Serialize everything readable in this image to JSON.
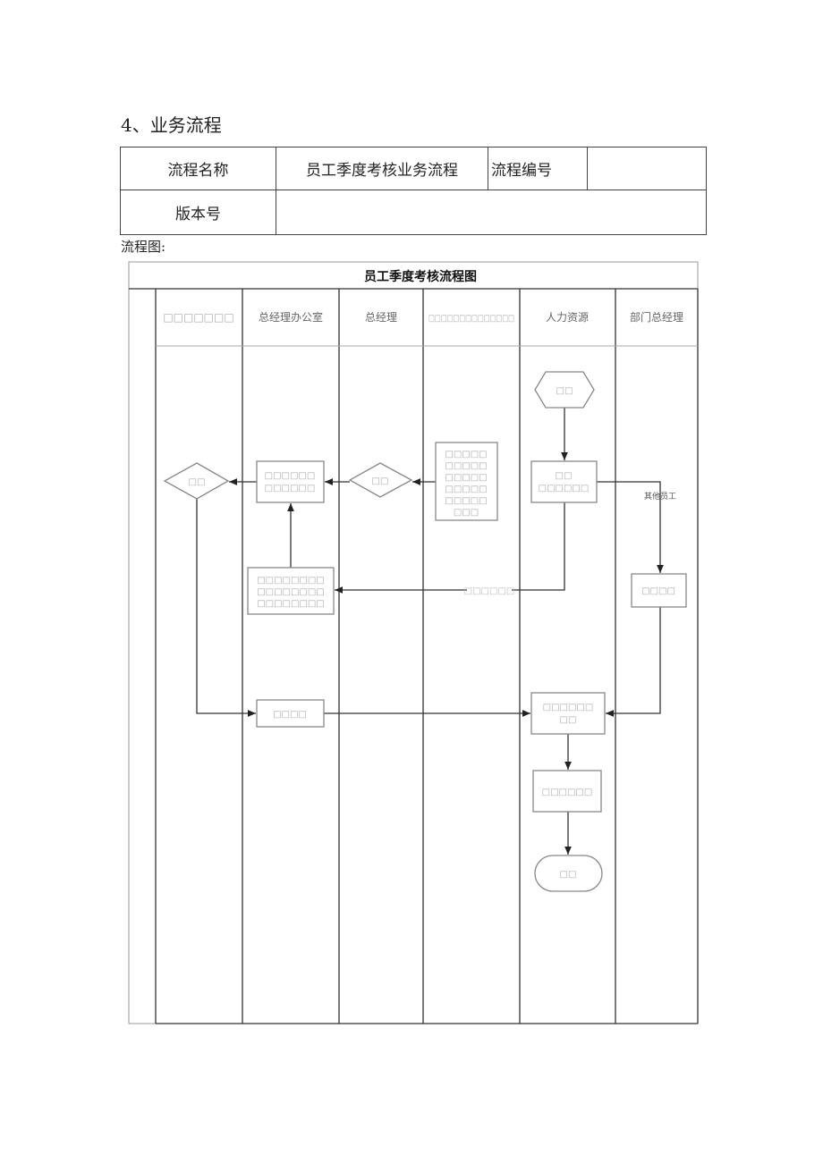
{
  "section_heading": "4、业务流程",
  "info_table": {
    "name_label": "流程名称",
    "name_value": "员工季度考核业务流程",
    "code_label": "流程编号",
    "code_value": "",
    "version_label": "版本号",
    "version_value": ""
  },
  "chart_caption": "流程图:",
  "flowchart": {
    "title": "员工季度考核流程图",
    "lanes": [
      "□□□□□□□",
      "总经理办公室",
      "总经理",
      "□□□□□□□□□□□□□□",
      "人力资源",
      "部门总经理"
    ],
    "nodes": {
      "start": "□□",
      "hr_box1": [
        "□□",
        "□□□□□□"
      ],
      "dept_box": "□□□□",
      "doc_box": [
        "□□□□□",
        "□□□□□",
        "□□□□□",
        "□□□□□",
        "□□□□□",
        "□□□"
      ],
      "gm_diamond": "□□",
      "office_box": [
        "□□□□□□",
        "□□□□□□"
      ],
      "lane1_diamond": "□□",
      "office_lower_box": [
        "□□□□□□□□",
        "□□□□□□□□",
        "□□□□□□□□"
      ],
      "office_bottom_box": "□□□□",
      "hr_box2": [
        "□□□□□□",
        "□□"
      ],
      "hr_box3": "□□□□□□",
      "end": "□□"
    },
    "edge_labels": {
      "hr_to_office": "□□□□□□",
      "other_staff": "其他员工"
    }
  }
}
